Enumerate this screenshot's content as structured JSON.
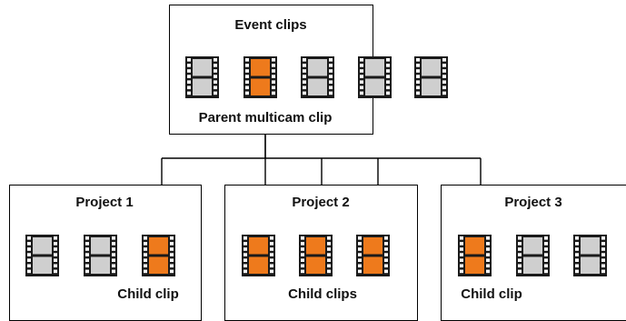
{
  "event_box": {
    "title": "Event clips",
    "parent_label": "Parent multicam clip"
  },
  "projects": [
    {
      "title": "Project 1",
      "child_label": "Child clip"
    },
    {
      "title": "Project 2",
      "child_label": "Child clips"
    },
    {
      "title": "Project 3",
      "child_label": "Child clip"
    }
  ],
  "colors": {
    "parent_clip": "#ee7a1c",
    "regular_clip": "#cfcfcf",
    "film": "#1a1a1a",
    "line": "#000000"
  },
  "icons": {
    "clip": "film-strip-icon"
  }
}
